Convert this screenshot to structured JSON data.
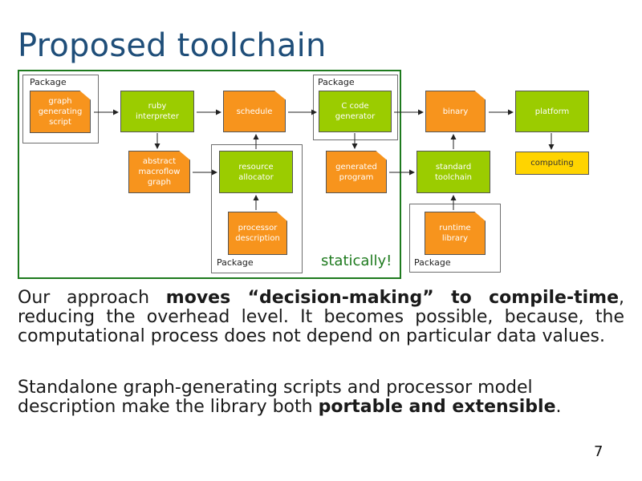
{
  "slide": {
    "title": "Proposed toolchain",
    "page_number": "7",
    "statically_label": "statically!"
  },
  "diagram": {
    "package_label": "Package",
    "nodes": {
      "graph_script": "graph\ngenerating\nscript",
      "ruby": "ruby\ninterpreter",
      "schedule": "schedule",
      "ccode": "C code\ngenerator",
      "binary": "binary",
      "platform": "platform",
      "amg": "abstract\nmacroflow\ngraph",
      "resource": "resource\nallocator",
      "generated": "generated\nprogram",
      "standard": "standard\ntoolchain",
      "computing": "computing",
      "processor": "processor\ndescription",
      "runtime": "runtime\nlibrary"
    },
    "colors": {
      "green": "#9bcc00",
      "orange": "#f7941d",
      "yellow": "#ffd400",
      "static_border": "#1e7a1e",
      "title": "#1f4e79"
    }
  },
  "text": {
    "p1_a": "Our approach ",
    "p1_b": "moves “decision-making” to compile-time",
    "p1_c": ", reducing the overhead level. It becomes possible, because, the computational process does not depend on particular data values.",
    "p2_a": "Standalone graph-generating scripts and processor model description make the library both ",
    "p2_b": "portable and extensible",
    "p2_c": "."
  }
}
